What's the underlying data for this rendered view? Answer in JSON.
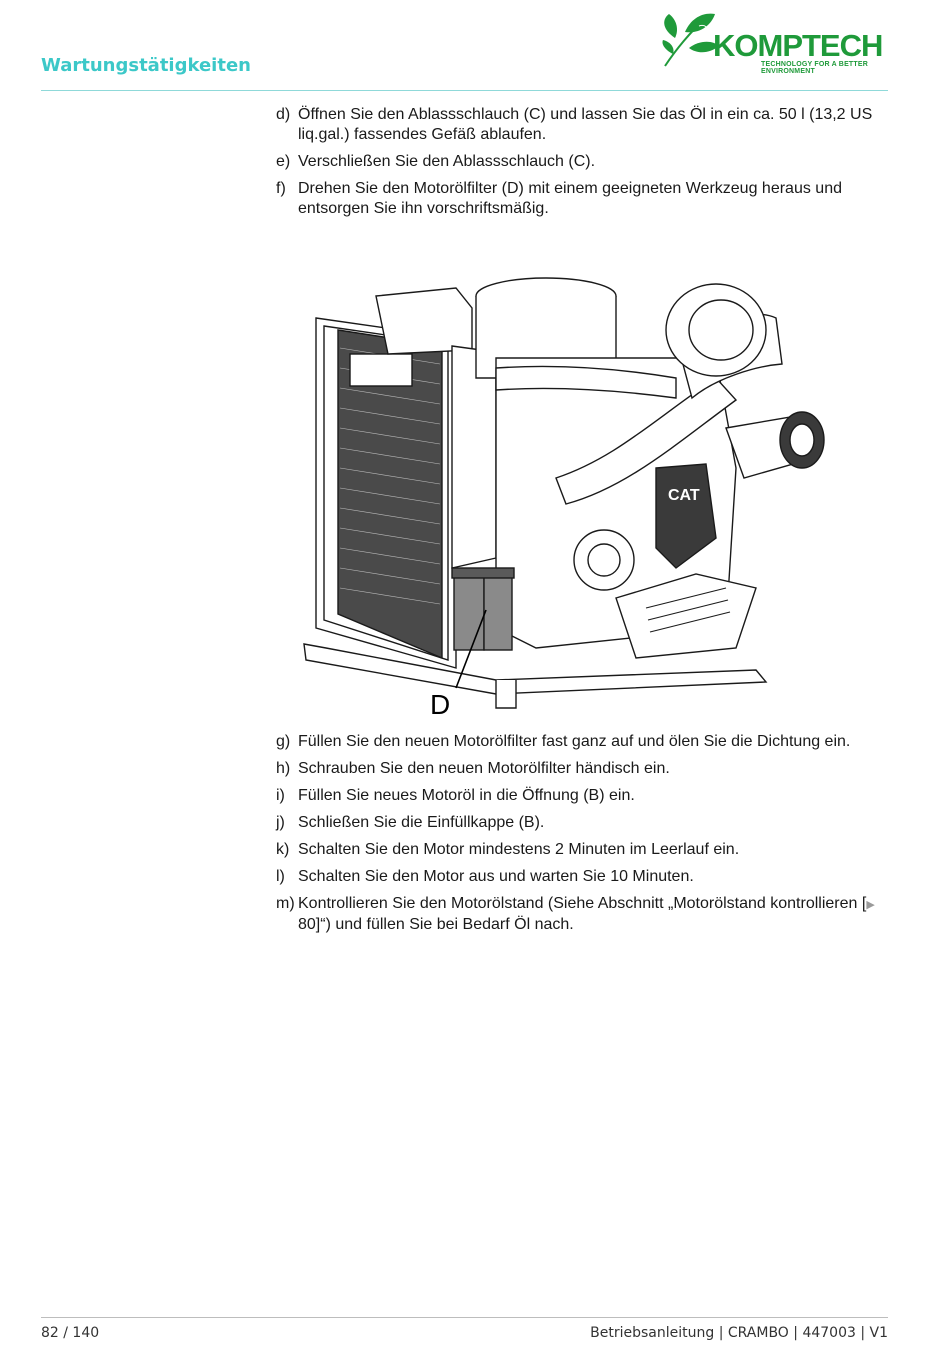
{
  "header": {
    "section_title": "Wartungstätigkeiten",
    "logo_word": "KOMPTECH",
    "logo_tagline": "TECHNOLOGY FOR A BETTER ENVIRONMENT",
    "accent_color": "#3cc8c8",
    "brand_color": "#1f9a3a"
  },
  "steps_top": [
    {
      "marker": "d)",
      "text": "Öffnen Sie den Ablassschlauch (C) und lassen Sie das Öl in ein ca. 50 l (13,2 US liq.gal.) fassendes Gefäß ablaufen."
    },
    {
      "marker": "e)",
      "text": "Verschließen Sie den Ablassschlauch (C)."
    },
    {
      "marker": "f)",
      "text": "Drehen Sie den Motorölfilter (D) mit einem geeigneten Werkzeug heraus und entsorgen Sie ihn vorschriftsmäßig."
    }
  ],
  "figure": {
    "callout_label": "D",
    "engine_badge": "CAT"
  },
  "steps_bottom": [
    {
      "marker": "g)",
      "text": "Füllen Sie den neuen Motorölfilter fast ganz auf und ölen Sie die Dichtung ein."
    },
    {
      "marker": "h)",
      "text": "Schrauben Sie den neuen Motorölfilter händisch ein."
    },
    {
      "marker": "i)",
      "text": "Füllen Sie neues Motoröl in die Öffnung (B) ein."
    },
    {
      "marker": "j)",
      "text": "Schließen Sie die Einfüllkappe (B)."
    },
    {
      "marker": "k)",
      "text": "Schalten Sie den Motor mindestens 2 Minuten im Leerlauf ein."
    },
    {
      "marker": "l)",
      "text": "Schalten Sie den Motor aus und warten Sie 10 Minuten."
    }
  ],
  "step_m": {
    "marker": "m)",
    "text_before": "Kontrollieren Sie den Motorölstand (Siehe Abschnitt „Motorölstand kontrollie­ren [",
    "ref_arrow": "▶",
    "ref_page": " 80]",
    "text_after": "“) und füllen Sie bei Bedarf Öl nach."
  },
  "footer": {
    "page": "82 / 140",
    "document": "Betriebsanleitung | CRAMBO | 447003 | V1"
  }
}
